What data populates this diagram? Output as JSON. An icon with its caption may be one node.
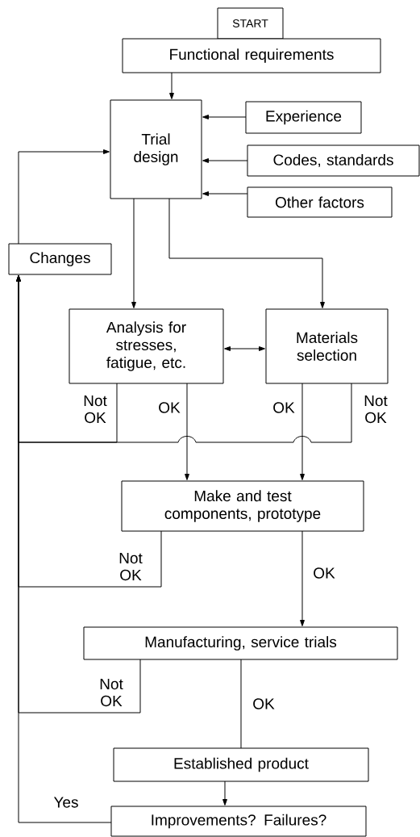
{
  "diagram": {
    "nodes": [
      {
        "text": [
          "START"
        ]
      },
      {
        "text": [
          "Functional requirements"
        ]
      },
      {
        "text": [
          "Trial design"
        ]
      },
      {
        "text": [
          "Experience"
        ]
      },
      {
        "text": [
          "Codes, standards"
        ]
      },
      {
        "text": [
          "Other factors"
        ]
      },
      {
        "text": [
          "Changes"
        ]
      },
      {
        "text": [
          "Analysis for stresses, fatigue, etc."
        ]
      },
      {
        "text": [
          "Materials selection"
        ]
      },
      {
        "text": [
          "Make and test components, prototype"
        ]
      },
      {
        "text": [
          "Manufacturing, service trials"
        ]
      },
      {
        "text": [
          "Established product"
        ]
      },
      {
        "text": [
          "Improvements? Failures?"
        ]
      }
    ],
    "edges": [
      {
        "from": 1,
        "to": 2,
        "arrow": "to"
      },
      {
        "from": 3,
        "to": 2,
        "arrow": "to"
      },
      {
        "from": 4,
        "to": 2,
        "arrow": "to"
      },
      {
        "from": 5,
        "to": 2,
        "arrow": "to"
      },
      {
        "from": 6,
        "to": 2,
        "arrow": "to"
      },
      {
        "from": 2,
        "to": 7,
        "arrow": "to"
      },
      {
        "from": 2,
        "to": 8,
        "arrow": "to"
      },
      {
        "from": 7,
        "to": 8,
        "arrow": "both"
      },
      {
        "from": 7,
        "to": 9,
        "arrow": "to",
        "label": "OK"
      },
      {
        "from": 8,
        "to": 9,
        "arrow": "to",
        "label": "OK"
      },
      {
        "from": 7,
        "to": 6,
        "arrow": "to",
        "label": "Not OK"
      },
      {
        "from": 8,
        "to": 6,
        "arrow": "to",
        "label": "Not OK"
      },
      {
        "from": 9,
        "to": 6,
        "arrow": "to",
        "label": "Not OK"
      },
      {
        "from": 9,
        "to": 10,
        "arrow": "to",
        "label": "OK"
      },
      {
        "from": 10,
        "to": 6,
        "arrow": "to",
        "label": "Not OK"
      },
      {
        "from": 10,
        "to": 11,
        "arrow": "none",
        "label": "OK"
      },
      {
        "from": 11,
        "to": 12,
        "arrow": "to"
      },
      {
        "from": 12,
        "to": 6,
        "arrow": "to",
        "label": "Yes"
      }
    ]
  }
}
